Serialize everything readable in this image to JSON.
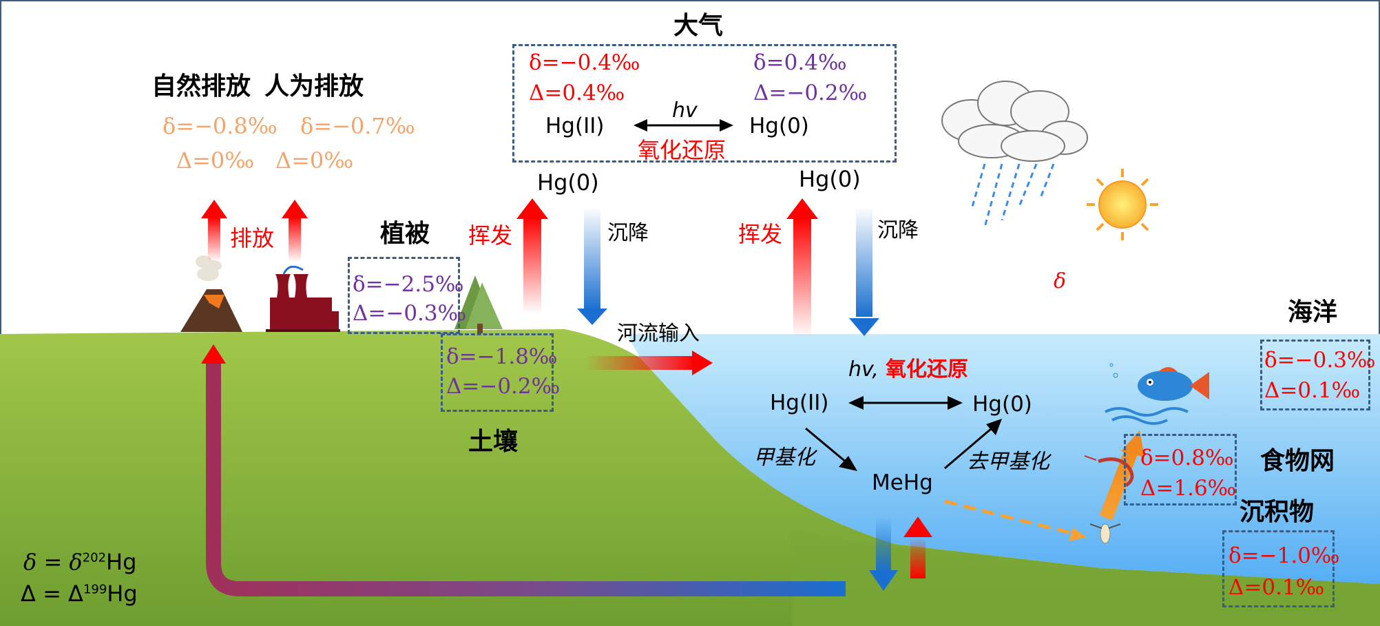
{
  "atmosphere": {
    "title": "大气",
    "left_delta": "δ=−0.4‰",
    "left_cap_delta": "Δ=0.4‰",
    "right_delta": "δ=0.4‰",
    "right_cap_delta": "Δ=−0.2‰",
    "hg2": "Hg(II)",
    "hg0": "Hg(0)",
    "hv": "hv",
    "redox": "氧化还原"
  },
  "emissions": {
    "natural": "自然排放",
    "anthropogenic": "人为排放",
    "natural_delta": "δ=−0.8‰",
    "anthro_delta": "δ=−0.7‰",
    "natural_cap_delta": "Δ=0‰",
    "anthro_cap_delta": "Δ=0‰",
    "emit_label": "排放"
  },
  "fluxes": {
    "volatilize": "挥发",
    "deposition": "沉降",
    "hg0_left": "Hg(0)",
    "hg0_right": "Hg(0)",
    "river_input": "河流输入"
  },
  "vegetation": {
    "title": "植被",
    "delta": "δ=−2.5‰",
    "cap_delta": "Δ=−0.3‰"
  },
  "soil": {
    "title": "土壤",
    "delta": "δ=−1.8‰",
    "cap_delta": "Δ=−0.2‰"
  },
  "ocean": {
    "title": "海洋",
    "delta": "δ=−0.3‰",
    "cap_delta": "Δ=0.1‰",
    "hv": "hv,",
    "redox": "氧化还原",
    "hg2": "Hg(II)",
    "hg0": "Hg(0)",
    "mehg": "MeHg",
    "methylation": "甲基化",
    "demethylation": "去甲基化"
  },
  "foodweb": {
    "title": "食物网",
    "delta": "δ=0.8‰",
    "cap_delta": "Δ=1.6‰"
  },
  "sediment": {
    "title": "沉积物",
    "delta": "δ=−1.0‰",
    "cap_delta": "Δ=0.1‰"
  },
  "sky_symbol": "δ",
  "legend": {
    "delta_symbol": "δ",
    "delta_def": "δ",
    "delta_mass": "202",
    "cap_symbol": "Δ",
    "cap_def": "Δ",
    "cap_mass": "199",
    "element": "Hg",
    "equals": "="
  },
  "colors": {
    "grass": "#8fbf3f",
    "water": "#aee0f8",
    "box_border": "#3b5c85",
    "red": "#ff0000",
    "purple": "#7030a0",
    "orange": "#f4a46a",
    "blue_arrow": "#1a6fd0"
  }
}
